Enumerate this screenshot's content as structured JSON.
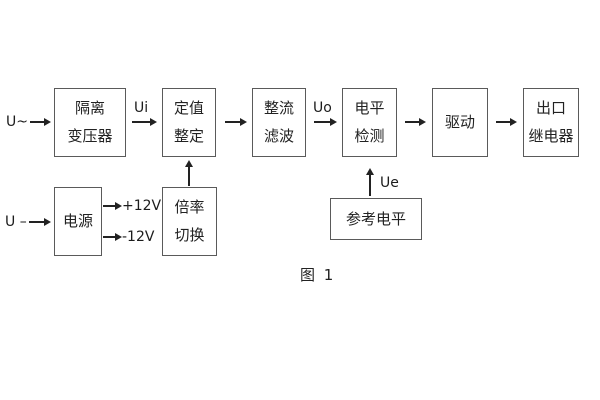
{
  "figure": {
    "caption": "图 1",
    "colors": {
      "background": "#ffffff",
      "line": "#222222",
      "box_border": "#5a5a5a"
    }
  },
  "blocks": {
    "isolation": {
      "line1": "隔离",
      "line2": "变压器"
    },
    "setting": {
      "line1": "定值",
      "line2": "整定"
    },
    "rectifier": {
      "line1": "整流",
      "line2": "滤波"
    },
    "level": {
      "line1": "电平",
      "line2": "检测"
    },
    "drive": {
      "line1": "驱动"
    },
    "relay": {
      "line1": "出口",
      "line2": "继电器"
    },
    "power": {
      "line1": "电源"
    },
    "ratio": {
      "line1": "倍率",
      "line2": "切换"
    },
    "reference": {
      "line1": "参考电平"
    }
  },
  "signals": {
    "input_ac": "U~",
    "input_dc": "U –",
    "ui": "Ui",
    "uo": "Uo",
    "ue": "Ue",
    "rail_pos": "+12V",
    "rail_neg": "-12V"
  }
}
